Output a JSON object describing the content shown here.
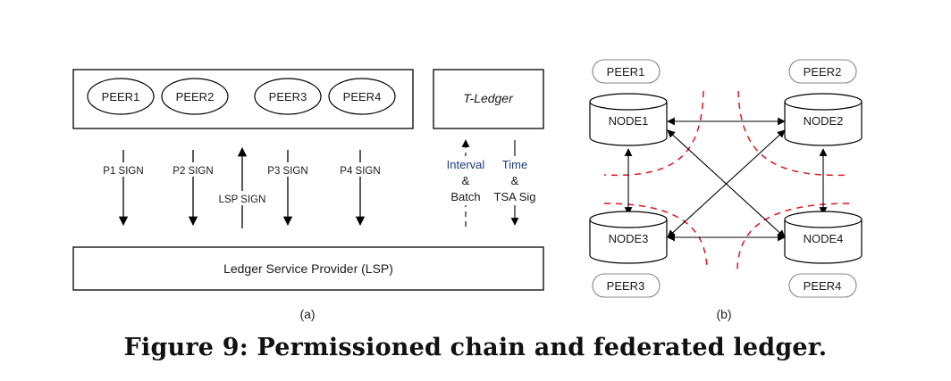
{
  "left": {
    "peers": [
      "PEER1",
      "PEER2",
      "PEER3",
      "PEER4"
    ],
    "tledger": "T-Ledger",
    "signs": [
      "P1 SIGN",
      "P2 SIGN",
      "LSP SIGN",
      "P3 SIGN",
      "P4 SIGN"
    ],
    "interval": [
      "Interval",
      "&",
      "Batch"
    ],
    "time": [
      "Time",
      "&",
      "TSA Sig"
    ],
    "lsp": "Ledger Service Provider (LSP)",
    "sublabel": "(a)"
  },
  "right": {
    "peers": [
      "PEER1",
      "PEER2",
      "PEER3",
      "PEER4"
    ],
    "nodes": [
      "NODE1",
      "NODE2",
      "NODE3",
      "NODE4"
    ],
    "sublabel": "(b)"
  },
  "caption": "Figure 9: Permissioned chain and federated ledger.",
  "colors": {
    "accent_text": "#1f3a7a",
    "partition": "#e0141e"
  }
}
